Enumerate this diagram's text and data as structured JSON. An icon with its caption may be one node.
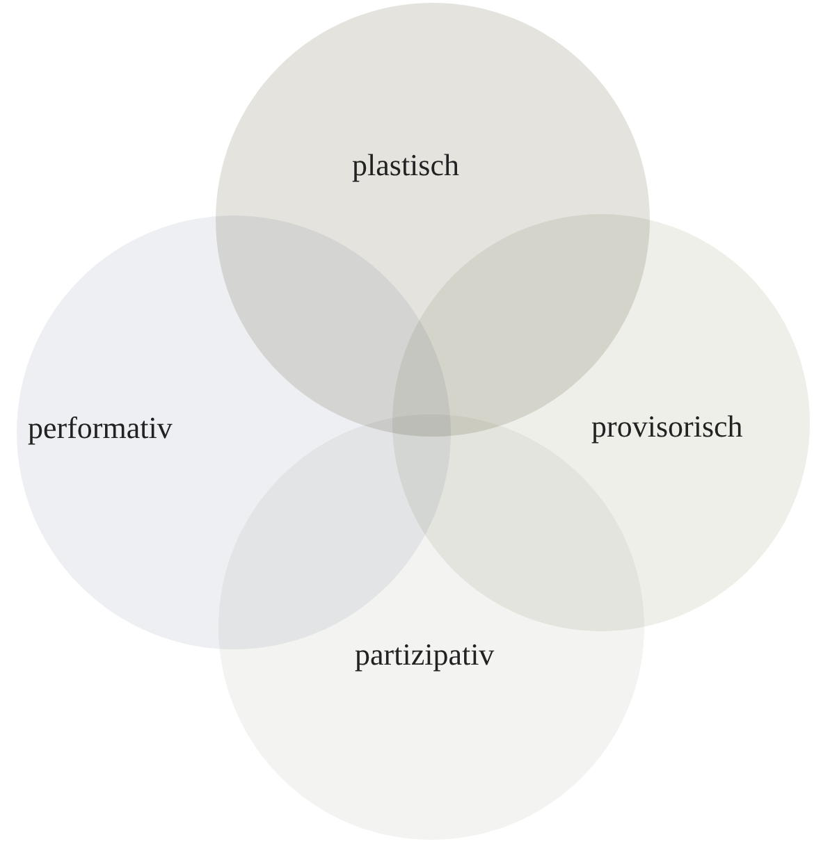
{
  "diagram": {
    "nodes": [
      {
        "text": [
          "plastisch"
        ]
      },
      {
        "text": [
          "performativ"
        ]
      },
      {
        "text": [
          "provisorisch"
        ]
      },
      {
        "text": [
          "partizipativ"
        ]
      }
    ]
  }
}
